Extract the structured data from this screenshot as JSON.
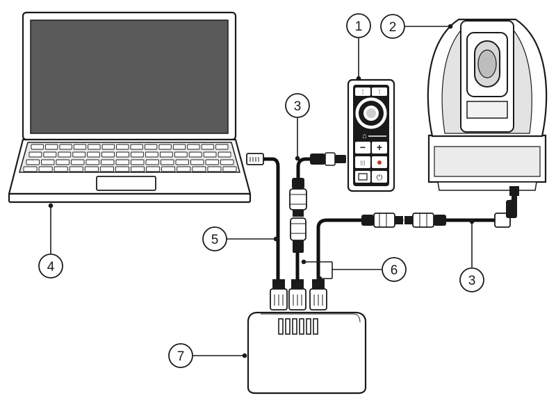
{
  "callouts": [
    {
      "id": "c1",
      "label": "1"
    },
    {
      "id": "c2",
      "label": "2"
    },
    {
      "id": "c3a",
      "label": "3"
    },
    {
      "id": "c3b",
      "label": "3"
    },
    {
      "id": "c4",
      "label": "4"
    },
    {
      "id": "c5",
      "label": "5"
    },
    {
      "id": "c6",
      "label": "6"
    },
    {
      "id": "c7",
      "label": "7"
    }
  ],
  "colors": {
    "stroke": "#1a1a1a",
    "screen": "#5a5a5a",
    "device_fill": "#ffffff",
    "cable": "#111111",
    "camera_shade": "#d9d9d9"
  },
  "icons": {
    "laptop": "laptop-icon",
    "remote": "joystick-controller-icon",
    "camera": "thermal-camera-icon",
    "switch": "network-switch-icon"
  }
}
